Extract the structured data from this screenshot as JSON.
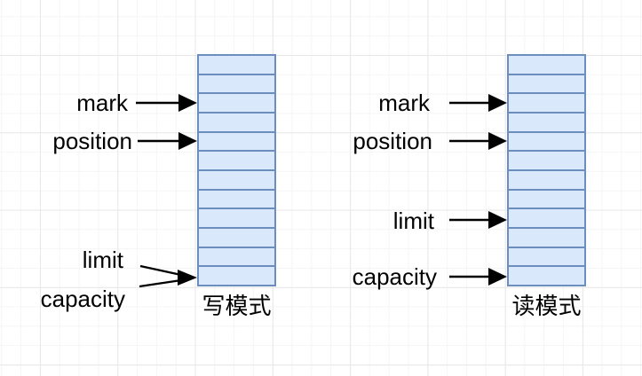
{
  "style": {
    "background": "#ffffff",
    "grid_minor": "#f5f5f5",
    "grid_major": "#e8e8e8",
    "cell_fill": "#dae8fc",
    "cell_border": "#6c8ebf",
    "arrow_color": "#000000",
    "label_color": "#000000"
  },
  "write_buffer": {
    "title": "写模式",
    "cell_count": 12,
    "pointers": {
      "mark": {
        "label": "mark",
        "row": 3
      },
      "position": {
        "label": "position",
        "row": 5
      },
      "limit": {
        "label": "limit",
        "row": 12
      },
      "capacity": {
        "label": "capacity",
        "row": 12
      }
    }
  },
  "read_buffer": {
    "title": "读模式",
    "cell_count": 12,
    "pointers": {
      "mark": {
        "label": "mark",
        "row": 3
      },
      "position": {
        "label": "position",
        "row": 5
      },
      "limit": {
        "label": "limit",
        "row": 9
      },
      "capacity": {
        "label": "capacity",
        "row": 12
      }
    }
  }
}
